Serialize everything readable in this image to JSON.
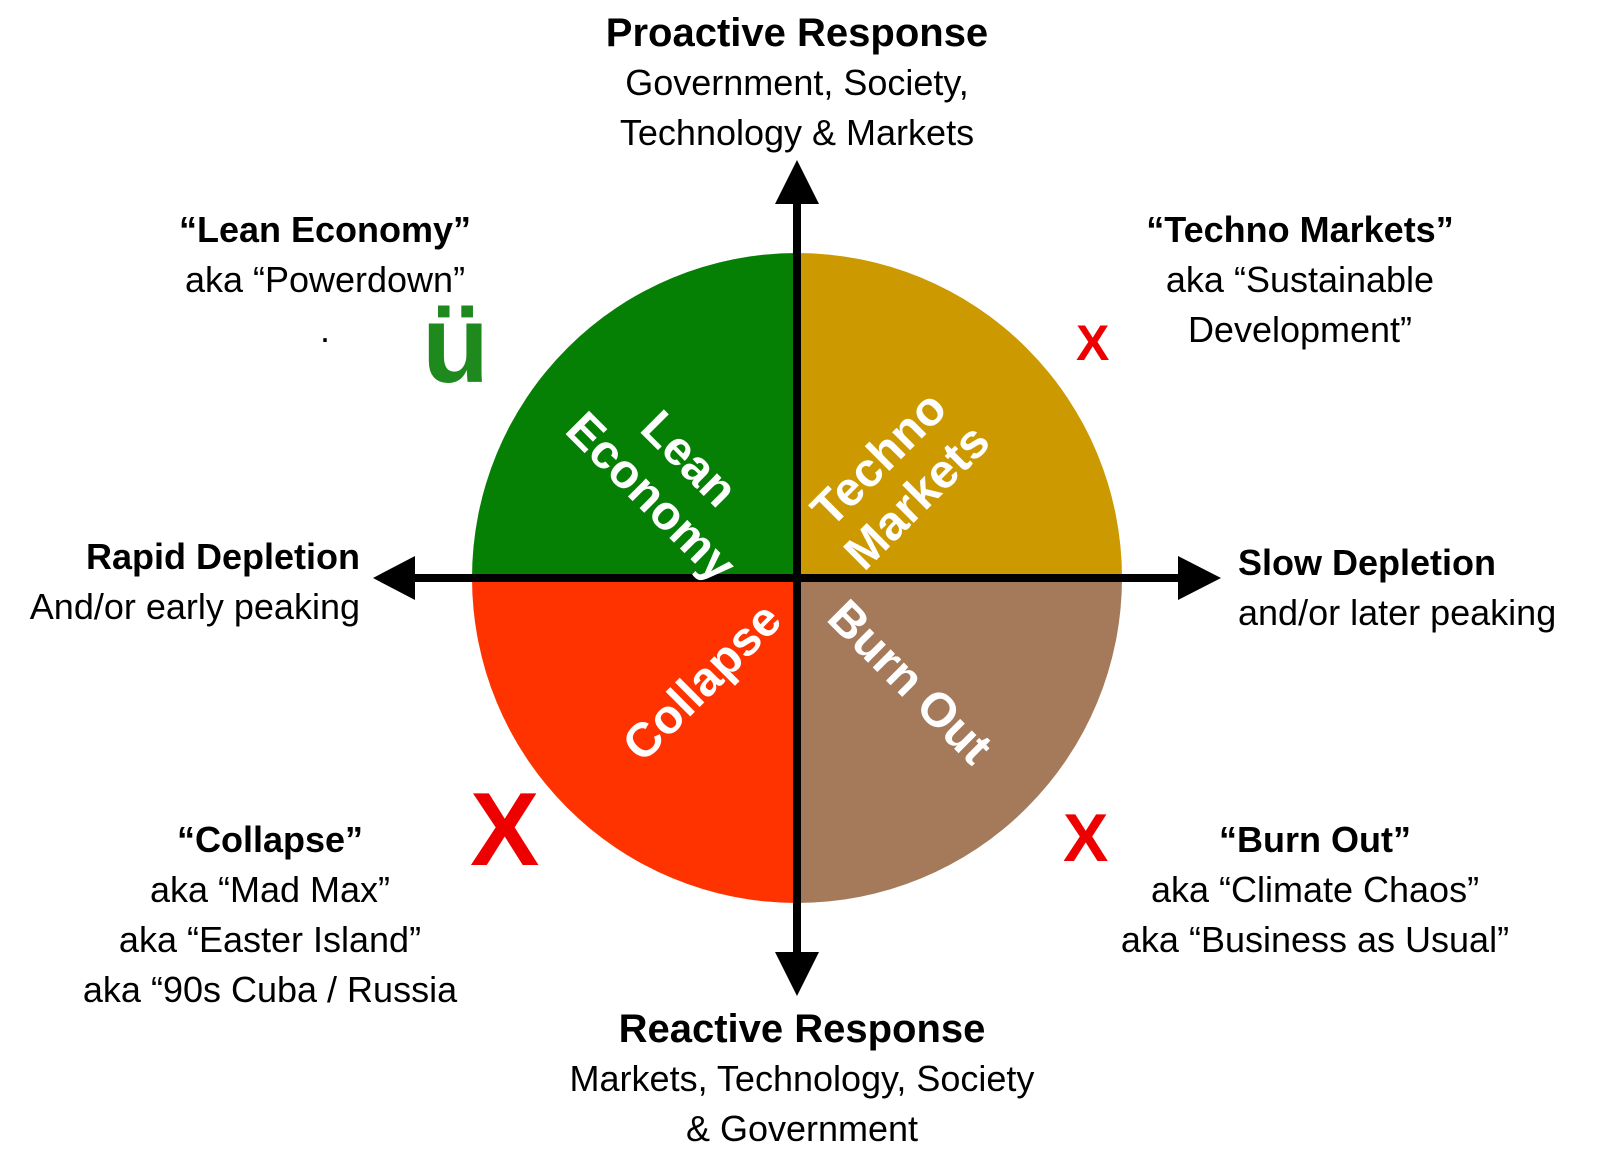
{
  "axes": {
    "top": {
      "title": "Proactive Response",
      "line1": "Government, Society,",
      "line2": "Technology & Markets"
    },
    "bottom": {
      "title": "Reactive Response",
      "line1": "Markets, Technology, Society",
      "line2": "& Government"
    },
    "left": {
      "title": "Rapid Depletion",
      "line1": "And/or early peaking"
    },
    "right": {
      "title": "Slow Depletion",
      "line1": "and/or later peaking"
    }
  },
  "quadrants": {
    "top_left": {
      "label_line1": "Lean",
      "label_line2": "Economy",
      "color": "#058005",
      "caption_title": "“Lean Economy”",
      "caption_line1": "aka “Powerdown”",
      "caption_line2": ".",
      "mark": "ü",
      "mark_color": "#1e8a1e"
    },
    "top_right": {
      "label_line1": "Techno",
      "label_line2": "Markets",
      "color": "#cc9900",
      "caption_title": "“Techno Markets”",
      "caption_line1": "aka “Sustainable",
      "caption_line2": "Development”",
      "mark": "X",
      "mark_color": "#ee0000"
    },
    "bottom_left": {
      "label_line1": "Collapse",
      "color": "#ff3300",
      "caption_title": "“Collapse”",
      "caption_line1": "aka “Mad Max”",
      "caption_line2": "aka “Easter Island”",
      "caption_line3": "aka “90s Cuba / Russia",
      "mark": "X",
      "mark_color": "#ee0000"
    },
    "bottom_right": {
      "label_line1": "Burn Out",
      "color": "#a57a5a",
      "caption_title": "“Burn Out”",
      "caption_line1": "aka “Climate Chaos”",
      "caption_line2": "aka “Business as Usual”",
      "mark": "X",
      "mark_color": "#ee0000"
    }
  }
}
